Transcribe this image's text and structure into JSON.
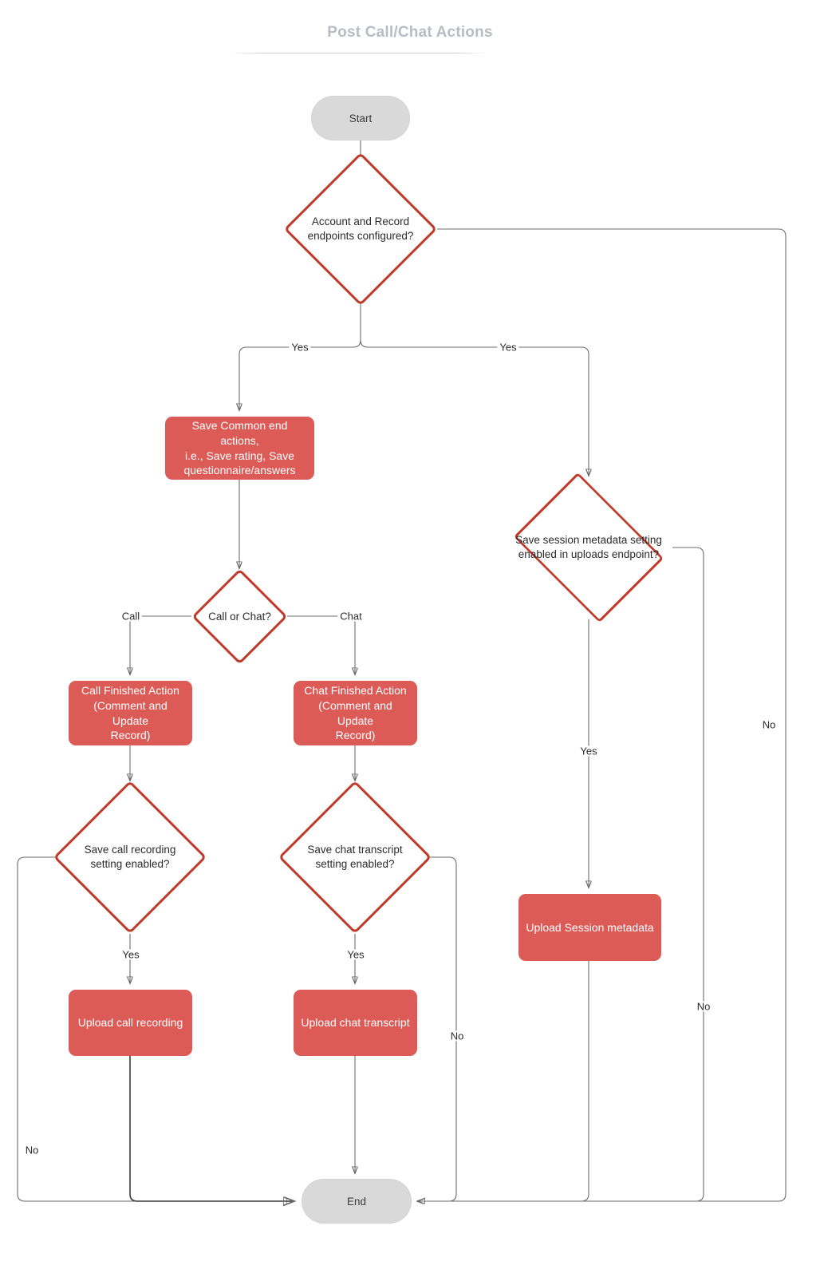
{
  "page": {
    "title": "Post Call/Chat Actions",
    "background": "#ffffff",
    "accent_red": "#c0392b",
    "process_fill": "#dc5b57",
    "terminal_fill": "#d9d9d9",
    "edge_color": "#6b6b6b"
  },
  "chart_data": {
    "type": "diagram",
    "subtype": "flowchart",
    "title": "Post Call/Chat Actions",
    "orientation": "top-to-bottom",
    "nodes": [
      {
        "id": "start",
        "shape": "terminal",
        "label": "Start"
      },
      {
        "id": "d_endpoints",
        "shape": "decision",
        "label": "Account and Record endpoints configured?"
      },
      {
        "id": "p_common",
        "shape": "process",
        "label": "Save Common end actions, i.e., Save rating, Save questionnaire/answers"
      },
      {
        "id": "d_callchat",
        "shape": "decision",
        "label": "Call or Chat?"
      },
      {
        "id": "p_callfin",
        "shape": "process",
        "label": "Call Finished Action (Comment and Update Record)"
      },
      {
        "id": "p_chatfin",
        "shape": "process",
        "label": "Chat Finished Action (Comment and Update Record)"
      },
      {
        "id": "d_sessionmeta",
        "shape": "decision",
        "label": "Save session metadata setting enabled in uploads endpoint?"
      },
      {
        "id": "d_callrec",
        "shape": "decision",
        "label": "Save call recording setting enabled?"
      },
      {
        "id": "d_chattrans",
        "shape": "decision",
        "label": "Save chat transcript setting enabled?"
      },
      {
        "id": "p_upcall",
        "shape": "process",
        "label": "Upload call recording"
      },
      {
        "id": "p_upchat",
        "shape": "process",
        "label": "Upload chat transcript"
      },
      {
        "id": "p_upmeta",
        "shape": "process",
        "label": "Upload Session metadata"
      },
      {
        "id": "end",
        "shape": "terminal",
        "label": "End"
      }
    ],
    "edges": [
      {
        "from": "start",
        "to": "d_endpoints",
        "label": ""
      },
      {
        "from": "d_endpoints",
        "to": "p_common",
        "label": "Yes"
      },
      {
        "from": "d_endpoints",
        "to": "d_sessionmeta",
        "label": "Yes"
      },
      {
        "from": "d_endpoints",
        "to": "end",
        "label": "No"
      },
      {
        "from": "p_common",
        "to": "d_callchat",
        "label": ""
      },
      {
        "from": "d_callchat",
        "to": "p_callfin",
        "label": "Call"
      },
      {
        "from": "d_callchat",
        "to": "p_chatfin",
        "label": "Chat"
      },
      {
        "from": "p_callfin",
        "to": "d_callrec",
        "label": ""
      },
      {
        "from": "p_chatfin",
        "to": "d_chattrans",
        "label": ""
      },
      {
        "from": "d_callrec",
        "to": "p_upcall",
        "label": "Yes"
      },
      {
        "from": "d_callrec",
        "to": "end",
        "label": "No"
      },
      {
        "from": "d_chattrans",
        "to": "p_upchat",
        "label": "Yes"
      },
      {
        "from": "d_chattrans",
        "to": "end",
        "label": "No"
      },
      {
        "from": "d_sessionmeta",
        "to": "p_upmeta",
        "label": "Yes"
      },
      {
        "from": "d_sessionmeta",
        "to": "end",
        "label": "No"
      },
      {
        "from": "p_upcall",
        "to": "end",
        "label": ""
      },
      {
        "from": "p_upchat",
        "to": "end",
        "label": ""
      },
      {
        "from": "p_upmeta",
        "to": "end",
        "label": ""
      }
    ]
  },
  "nodes": {
    "start": "Start",
    "d_endpoints_l1": "Account and Record",
    "d_endpoints_l2": "endpoints configured?",
    "p_common_l1": "Save Common end actions,",
    "p_common_l2": "i.e., Save rating, Save",
    "p_common_l3": "questionnaire/answers",
    "d_callchat": "Call or Chat?",
    "p_callfin_l1": "Call Finished Action",
    "p_callfin_l2": "(Comment and Update",
    "p_callfin_l3": "Record)",
    "p_chatfin_l1": "Chat Finished Action",
    "p_chatfin_l2": "(Comment and Update",
    "p_chatfin_l3": "Record)",
    "d_sessionmeta_l1": "Save session metadata setting",
    "d_sessionmeta_l2": "enabled in uploads endpoint?",
    "d_callrec_l1": "Save call recording",
    "d_callrec_l2": "setting enabled?",
    "d_chattrans_l1": "Save chat transcript",
    "d_chattrans_l2": "setting enabled?",
    "p_upcall": "Upload call recording",
    "p_upchat": "Upload chat transcript",
    "p_upmeta": "Upload Session metadata",
    "end": "End"
  },
  "edge_labels": {
    "yes_left": "Yes",
    "yes_right": "Yes",
    "no_far_right": "No",
    "call": "Call",
    "chat": "Chat",
    "yes_session": "Yes",
    "no_session": "No",
    "yes_callrec": "Yes",
    "no_callrec": "No",
    "yes_chattrans": "Yes",
    "no_chattrans": "No"
  }
}
